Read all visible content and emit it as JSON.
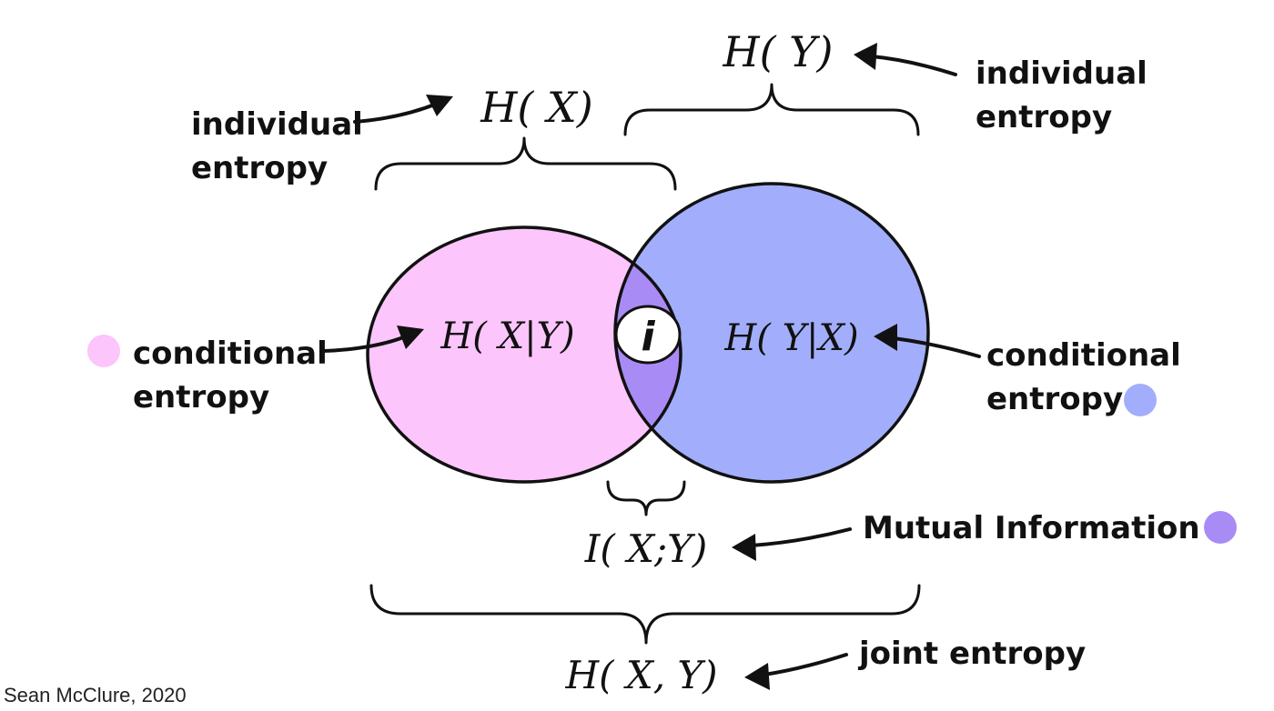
{
  "colors": {
    "x_region": "#fcc5fb",
    "y_region": "#a2aefb",
    "overlap": "#a98bf5",
    "outline": "#111111",
    "background": "#ffffff"
  },
  "labels": {
    "h_x": "H( X)",
    "h_y": "H( Y)",
    "h_x_given_y": "H( X|Y)",
    "h_y_given_x": "H( Y|X)",
    "i_xy": "I( X;Y)",
    "h_xy": "H( X, Y)",
    "info_symbol": "i"
  },
  "annotations": {
    "individual_entropy_left": [
      "individual",
      "entropy"
    ],
    "individual_entropy_right": [
      "individual",
      "entropy"
    ],
    "conditional_entropy_left": [
      "conditional",
      "entropy"
    ],
    "conditional_entropy_right": [
      "conditional",
      "entropy"
    ],
    "mutual_information": "Mutual Information",
    "joint_entropy": "joint entropy"
  },
  "legend_dots": {
    "conditional_left": "pink-dot",
    "conditional_right": "blue-dot",
    "mutual_information": "purple-dot"
  },
  "credit": "Sean McClure, 2020"
}
